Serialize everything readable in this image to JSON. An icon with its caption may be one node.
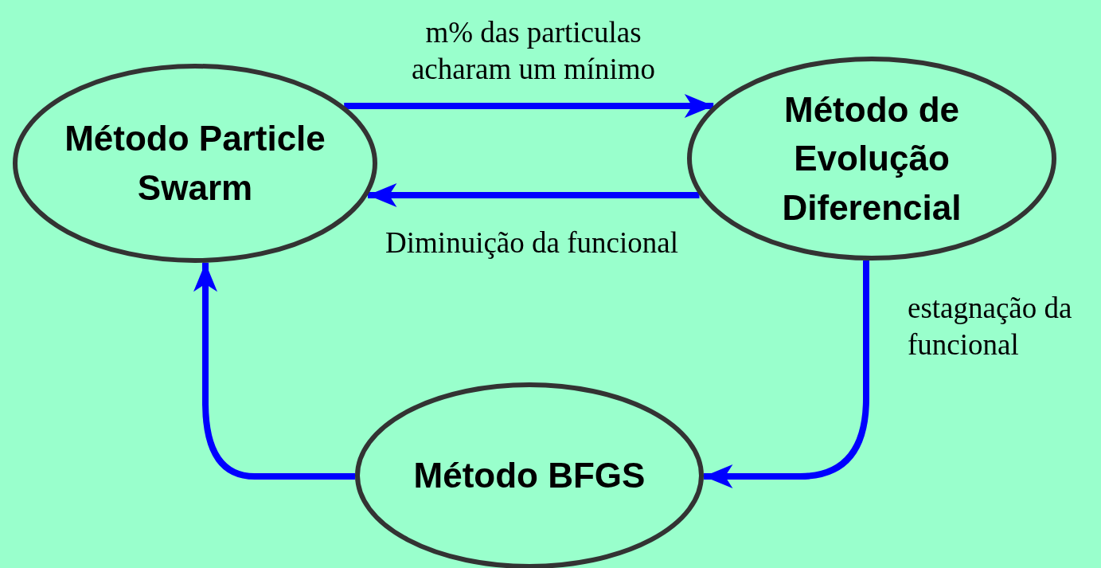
{
  "diagram": {
    "nodes": [
      {
        "text": [
          "Método Particle Swarm"
        ]
      },
      {
        "text": [
          "Método de Evolução Diferencial"
        ]
      },
      {
        "text": [
          "Método BFGS"
        ]
      }
    ],
    "edges": [
      {
        "from": 0,
        "to": 1,
        "arrow": "to",
        "label": "m% das particulas acharam um mínimo"
      },
      {
        "from": 1,
        "to": 0,
        "arrow": "to",
        "label": "Diminuição da funcional"
      },
      {
        "from": 1,
        "to": 2,
        "arrow": "to",
        "label": "estagnação da funcional"
      },
      {
        "from": 2,
        "to": 0,
        "arrow": "to"
      }
    ]
  }
}
